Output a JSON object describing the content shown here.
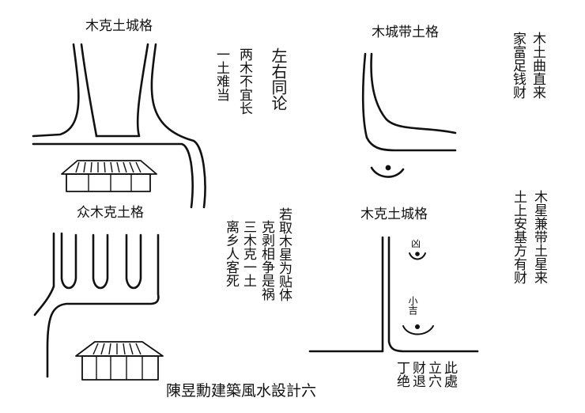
{
  "panels": {
    "top_left": {
      "title": "木克土城格",
      "col1": "一土难当",
      "col2": "两木不宜长",
      "col3": "左右同论"
    },
    "bottom_left": {
      "title": "众木克土格",
      "col1": "离乡人客死",
      "col2": "三木克一土",
      "col3": "克剥相争是祸",
      "col4": "若取木星为贴体"
    },
    "top_right": {
      "title": "木城带土格",
      "col1": "家富足钱财",
      "col2": "木土曲直来"
    },
    "bottom_right": {
      "title": "木克土城格",
      "col1": "土上安基方有财",
      "col2": "木星兼带土星来",
      "marker_upper": "凶",
      "marker_lower": "小吉",
      "col_bottom_1": "丁绝",
      "col_bottom_2": "财退",
      "col_bottom_3": "立穴",
      "col_bottom_4": "此處"
    }
  },
  "caption": "陳昱勳建築風水設計六"
}
